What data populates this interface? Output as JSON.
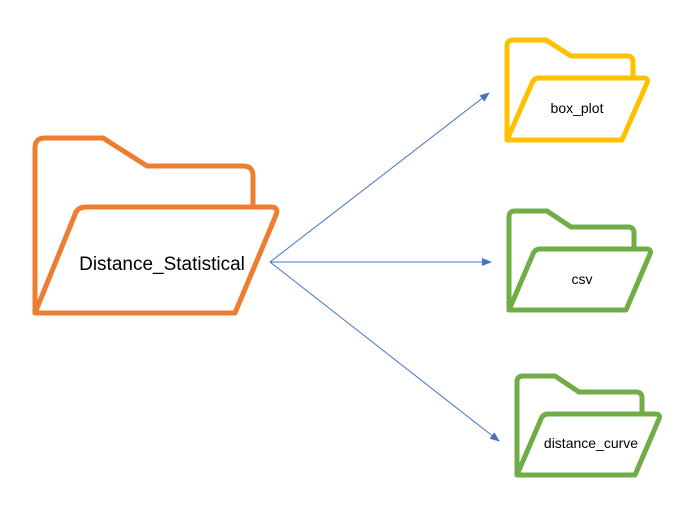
{
  "colors": {
    "source_folder": "#ed7d31",
    "box_plot_folder": "#ffc000",
    "csv_folder": "#70ad47",
    "distance_curve_folder": "#70ad47",
    "arrow": "#4472c4"
  },
  "source": {
    "label": "Distance_Statistical",
    "icon": "folder-icon"
  },
  "targets": [
    {
      "label": "box_plot",
      "icon": "folder-icon"
    },
    {
      "label": "csv",
      "icon": "folder-icon"
    },
    {
      "label": "distance_curve",
      "icon": "folder-icon"
    }
  ]
}
